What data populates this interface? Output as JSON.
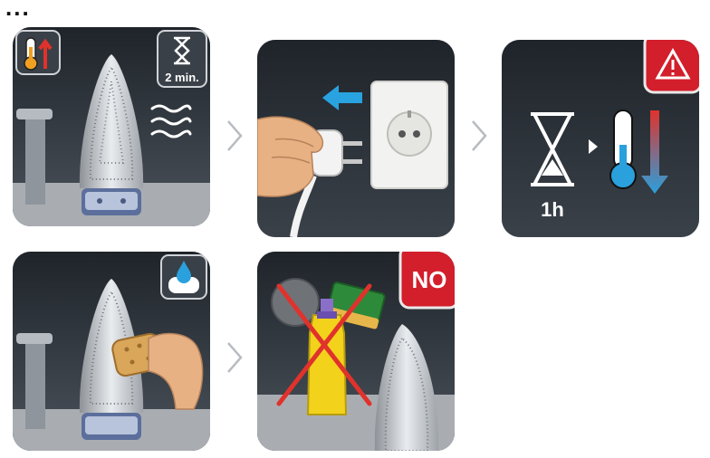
{
  "header": {
    "ellipsis": "..."
  },
  "steps": [
    {
      "id": "heat",
      "badge": "2 min."
    },
    {
      "id": "unplug"
    },
    {
      "id": "cool",
      "label": "1h"
    },
    {
      "id": "wipe"
    },
    {
      "id": "no-abrasives",
      "badge": "NO"
    }
  ],
  "colors": {
    "panel_bg": "#2c3138",
    "counter": "#a9adb2",
    "warning_red": "#d21f2b",
    "arrow_blue": "#2aa0dd",
    "thermo_red": "#e0322c"
  }
}
